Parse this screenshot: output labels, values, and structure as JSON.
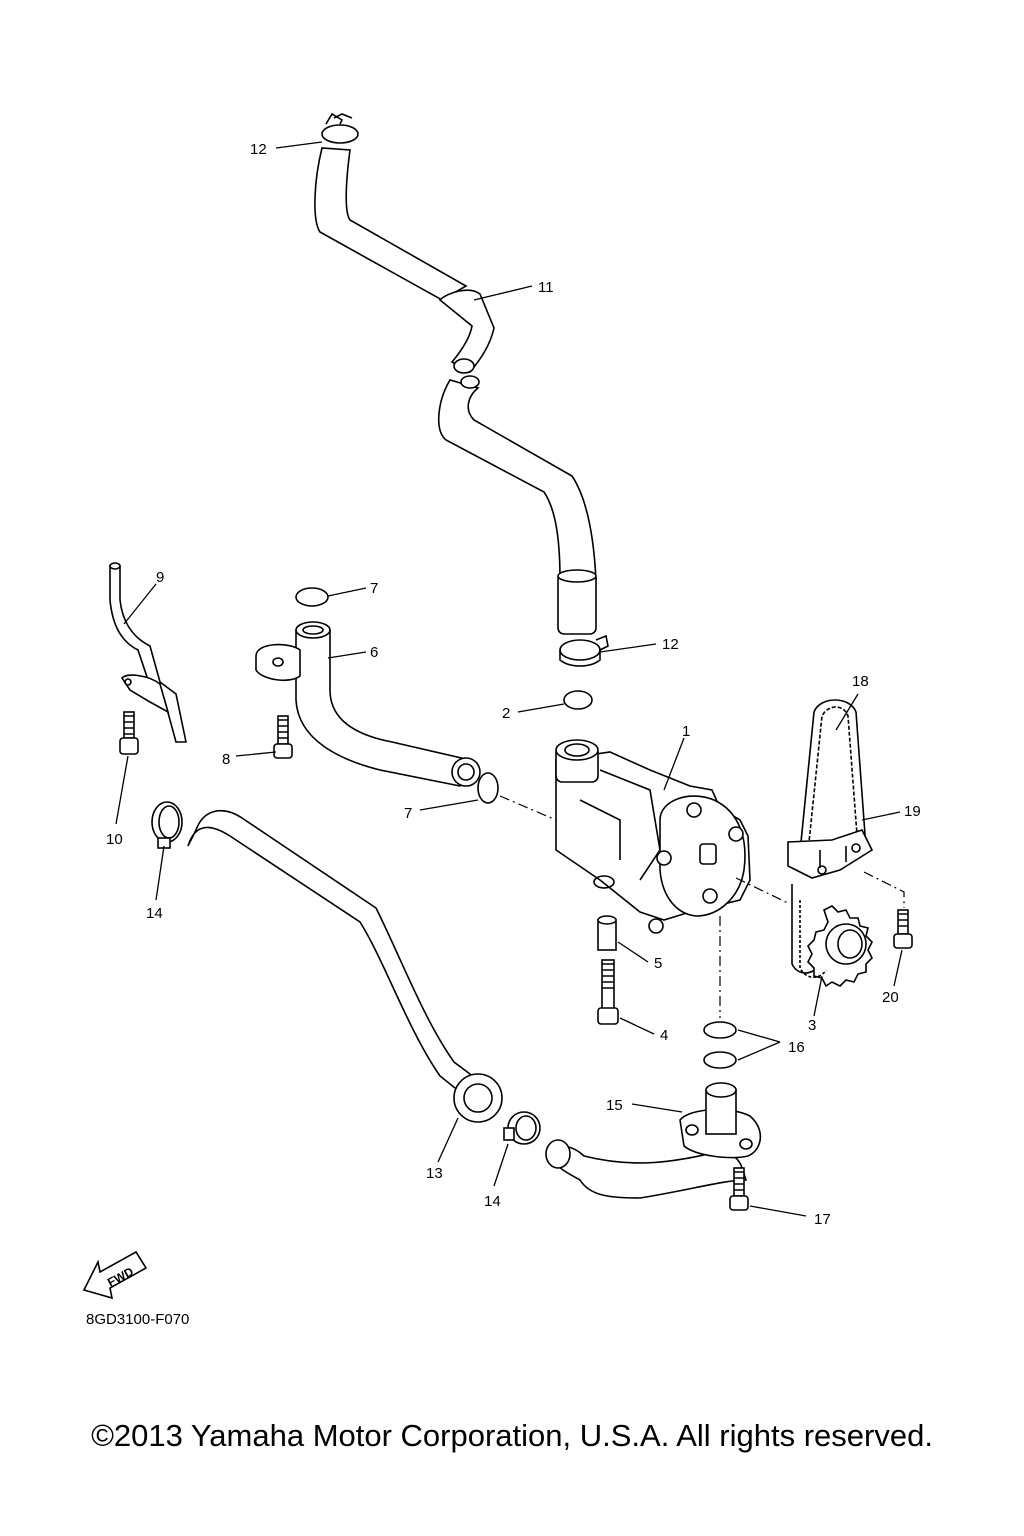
{
  "diagram": {
    "callouts": [
      {
        "id": "c12a",
        "label": "12"
      },
      {
        "id": "c11",
        "label": "11"
      },
      {
        "id": "c9",
        "label": "9"
      },
      {
        "id": "c7a",
        "label": "7"
      },
      {
        "id": "c6",
        "label": "6"
      },
      {
        "id": "c12b",
        "label": "12"
      },
      {
        "id": "c2",
        "label": "2"
      },
      {
        "id": "c1",
        "label": "1"
      },
      {
        "id": "c18",
        "label": "18"
      },
      {
        "id": "c19",
        "label": "19"
      },
      {
        "id": "c8",
        "label": "8"
      },
      {
        "id": "c7b",
        "label": "7"
      },
      {
        "id": "c10",
        "label": "10"
      },
      {
        "id": "c14a",
        "label": "14"
      },
      {
        "id": "c5",
        "label": "5"
      },
      {
        "id": "c20",
        "label": "20"
      },
      {
        "id": "c3",
        "label": "3"
      },
      {
        "id": "c4",
        "label": "4"
      },
      {
        "id": "c16",
        "label": "16"
      },
      {
        "id": "c15",
        "label": "15"
      },
      {
        "id": "c13",
        "label": "13"
      },
      {
        "id": "c14b",
        "label": "14"
      },
      {
        "id": "c17",
        "label": "17"
      }
    ],
    "fwd_label": "FWD",
    "diagram_code": "8GD3100-F070"
  },
  "footer": {
    "copyright": "©2013 Yamaha Motor Corporation, U.S.A. All rights reserved."
  }
}
